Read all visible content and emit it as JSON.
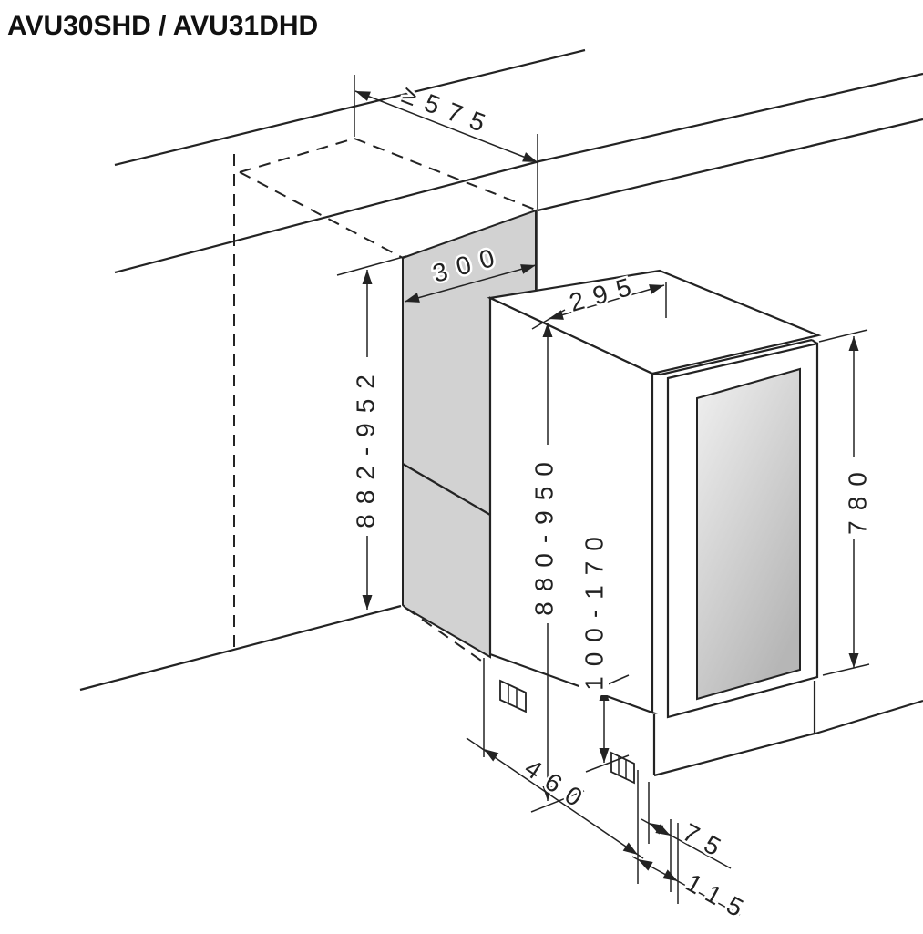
{
  "title": "AVU30SHD / AVU31DHD",
  "diagram": {
    "kind": "built-in-installation-dimension-drawing",
    "unit": "mm",
    "labels": {
      "min_niche_depth": "≥575",
      "niche_width": "300",
      "appliance_width": "295",
      "niche_height": "882-952",
      "appliance_height": "880-950",
      "plinth_height_range": "100-170",
      "door_height": "780",
      "base_depth": "460",
      "rear_offset": "75",
      "front_offset": "115"
    },
    "colors": {
      "line": "#232323",
      "niche_panel": "#d2d2d2",
      "glass_top": "#f1f1f1",
      "glass_bottom": "#b6b6b6",
      "background": "#ffffff"
    }
  }
}
